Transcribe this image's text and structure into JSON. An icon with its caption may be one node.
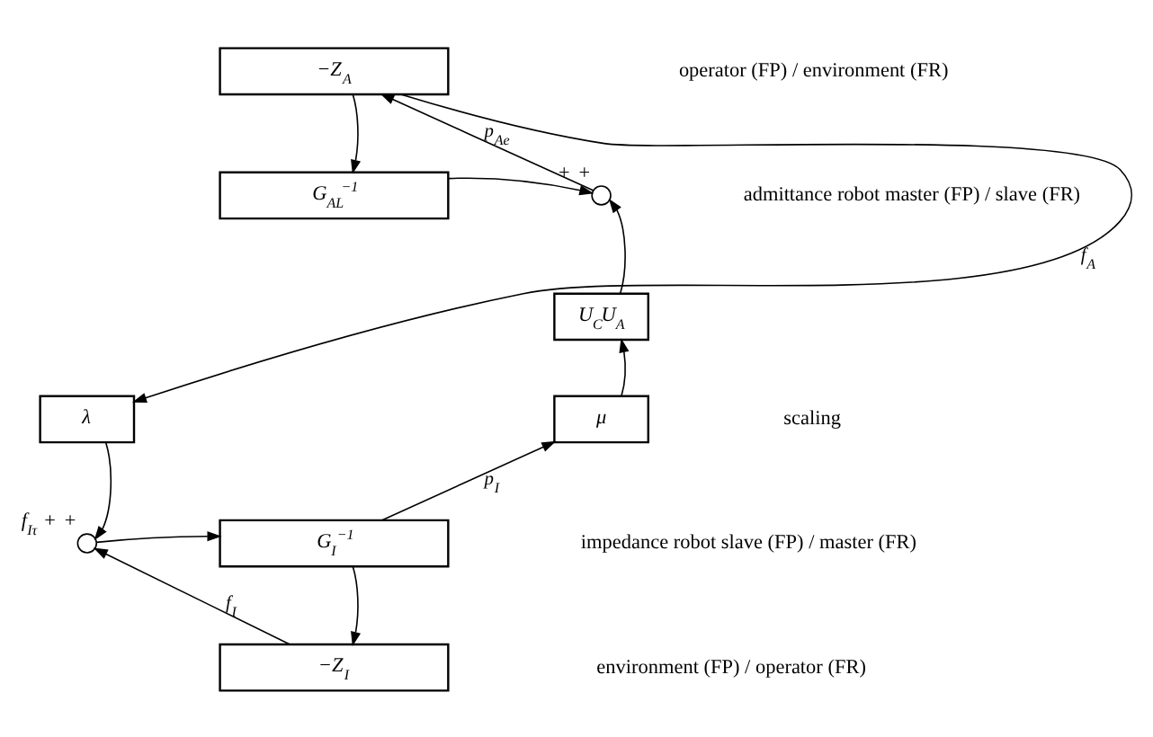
{
  "diagram": {
    "nodes": [
      {
        "text": [
          "−Z$_{A}$"
        ]
      },
      {
        "text": [
          "G$_{AL}$$^{−1}$"
        ]
      },
      {
        "text": [],
        "shape": "circle",
        "beside": [
          "+",
          "+"
        ]
      },
      {
        "text": [
          "U$_{C}$U$_{A}$"
        ]
      },
      {
        "text": [
          "λ"
        ]
      },
      {
        "text": [
          "μ"
        ]
      },
      {
        "text": [],
        "shape": "circle",
        "beside": [
          "f$_{Iτ}$",
          "+",
          "+"
        ]
      },
      {
        "text": [
          "G$_{I}$$^{−1}$"
        ]
      },
      {
        "text": [
          "−Z$_{I}$"
        ]
      }
    ],
    "edges": [
      {
        "from": 0,
        "to": 1,
        "arrow": "to"
      },
      {
        "from": 0,
        "to": 4,
        "arrow": "to",
        "label": "f$_{A}$"
      },
      {
        "from": 1,
        "to": 2,
        "arrow": "to"
      },
      {
        "from": 3,
        "to": 2,
        "arrow": "to"
      },
      {
        "from": 2,
        "to": 0,
        "arrow": "to",
        "label": "p$_{Ae}$"
      },
      {
        "from": 5,
        "to": 3,
        "arrow": "to"
      },
      {
        "from": 4,
        "to": 6,
        "arrow": "to"
      },
      {
        "from": 6,
        "to": 7,
        "arrow": "to"
      },
      {
        "from": 7,
        "to": 5,
        "arrow": "to",
        "label": "p$_{I}$"
      },
      {
        "from": 7,
        "to": 8,
        "arrow": "to"
      },
      {
        "from": 8,
        "to": 6,
        "arrow": "to",
        "label": "f$_{I}$"
      }
    ],
    "labels": [
      "operator (FP) / environment (FR)",
      "admittance robot master (FP) / slave (FR)",
      "scaling",
      "impedance robot slave (FP) / master (FR)",
      "environment (FP) / operator (FR)"
    ]
  }
}
